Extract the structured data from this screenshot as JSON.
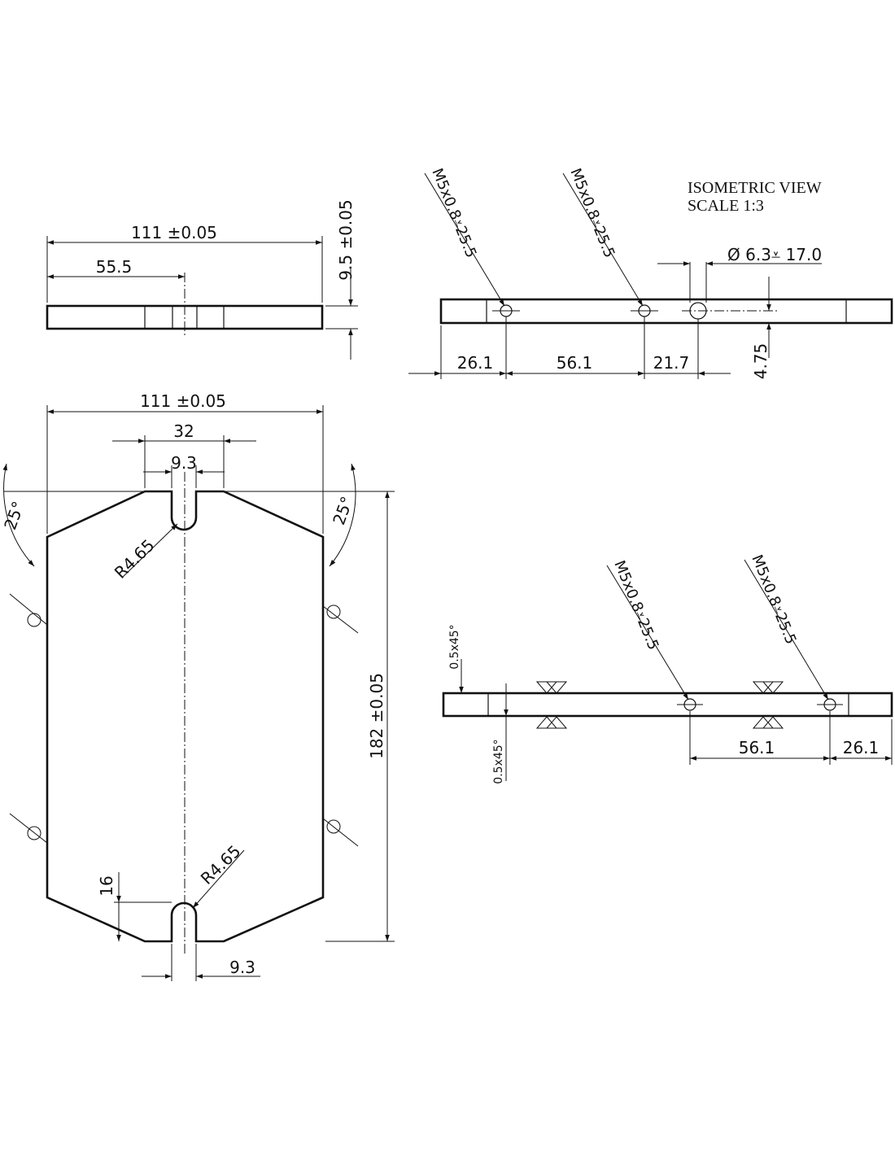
{
  "title": {
    "line1": "ISOMETRIC VIEW",
    "line2": "SCALE 1:3"
  },
  "top_view": {
    "width": "111 ±0.05",
    "half_width": "55.5",
    "thickness": "9.5 ±0.05"
  },
  "front_view": {
    "width": "111 ±0.05",
    "height": "182 ±0.05",
    "slot_span": "32",
    "slot_width_top": "9.3",
    "slot_width_bottom": "9.3",
    "radius_top": "R4.65",
    "radius_bottom": "R4.65",
    "angle_left": "25°",
    "angle_right": "25°",
    "slot_depth": "16"
  },
  "right_view": {
    "thread_1": "M5x0.8",
    "thread_1_depth": "25.5",
    "thread_2": "M5x0.8",
    "thread_2_depth": "25.5",
    "hole_callout": "6.3",
    "hole_depth": "17.0",
    "dim_a": "26.1",
    "dim_b": "56.1",
    "dim_c": "21.7",
    "dim_height": "4.75"
  },
  "bottom_right_view": {
    "thread_1": "M5x0.8",
    "thread_1_depth": "25.5",
    "thread_2": "M5x0.8",
    "thread_2_depth": "25.5",
    "chamfer_top": "0.5x45°",
    "chamfer_bottom": "0.5x45°",
    "dim_a": "56.1",
    "dim_b": "26.1"
  },
  "symbols": {
    "diameter": "Ø",
    "depth": "↧"
  }
}
